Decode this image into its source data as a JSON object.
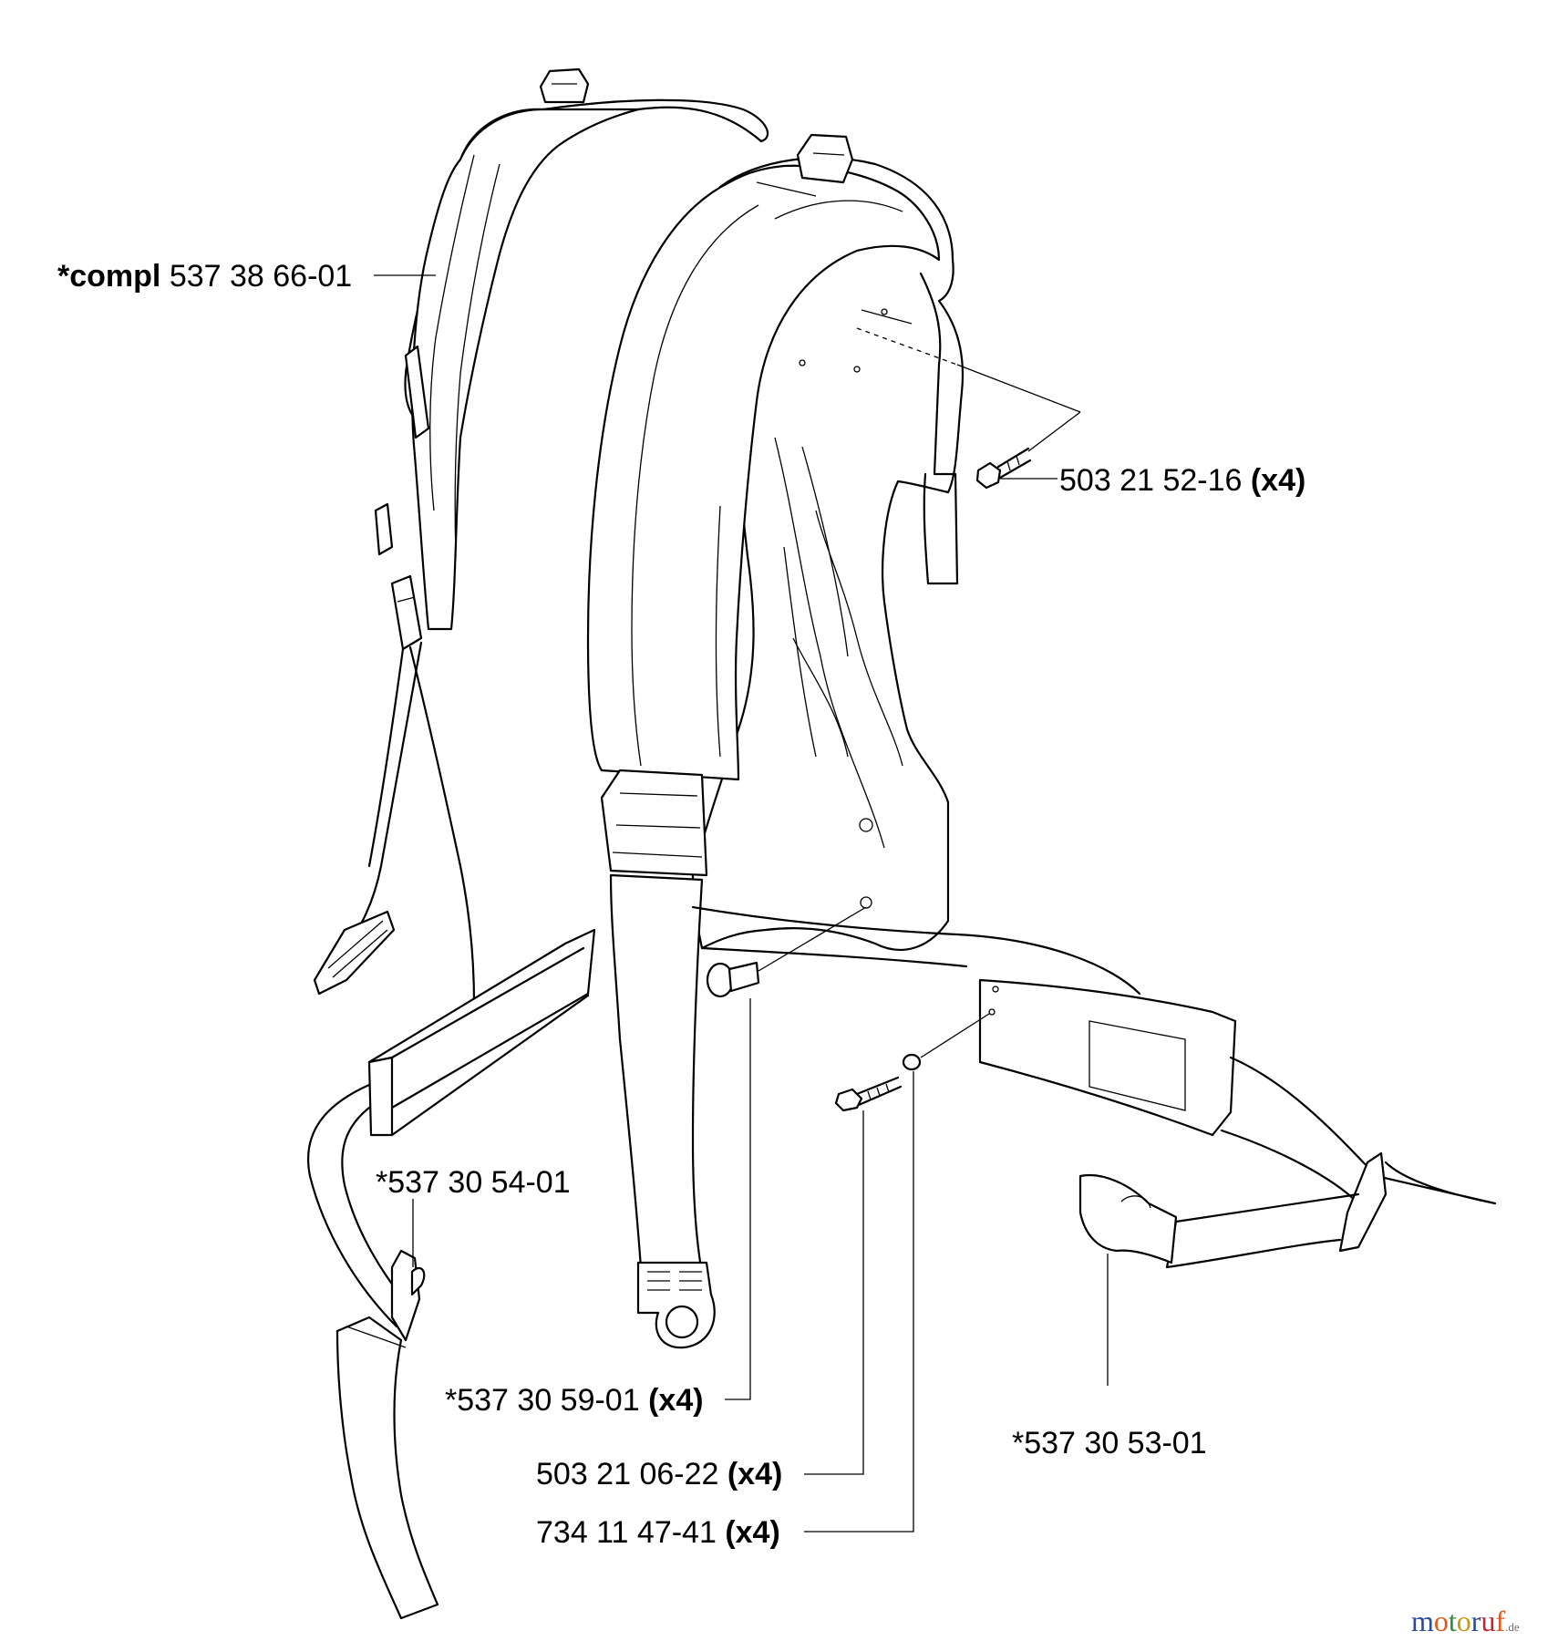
{
  "labels": {
    "harness_complete": {
      "prefix": "*compl",
      "number": "537 38 66-01"
    },
    "screw_top": {
      "number": "503 21 52-16",
      "qty": "(x4)"
    },
    "hip_buckle_left": {
      "number": "*537 30 54-01"
    },
    "rivet": {
      "number": "*537 30 59-01",
      "qty": "(x4)"
    },
    "screw_bottom": {
      "number": "503 21 06-22",
      "qty": "(x4)"
    },
    "washer": {
      "number": "734 11 47-41",
      "qty": "(x4)"
    },
    "hip_buckle_right": {
      "number": "*537 30 53-01"
    }
  },
  "watermark": {
    "letters": [
      "m",
      "o",
      "t",
      "o",
      "r",
      "u",
      "f"
    ],
    "suffix": ".de",
    "colors": [
      "#2e4a9a",
      "#e05a1c",
      "#2f8a3a",
      "#c79a12",
      "#2e4a9a",
      "#c2262e",
      "#e05a1c"
    ]
  }
}
